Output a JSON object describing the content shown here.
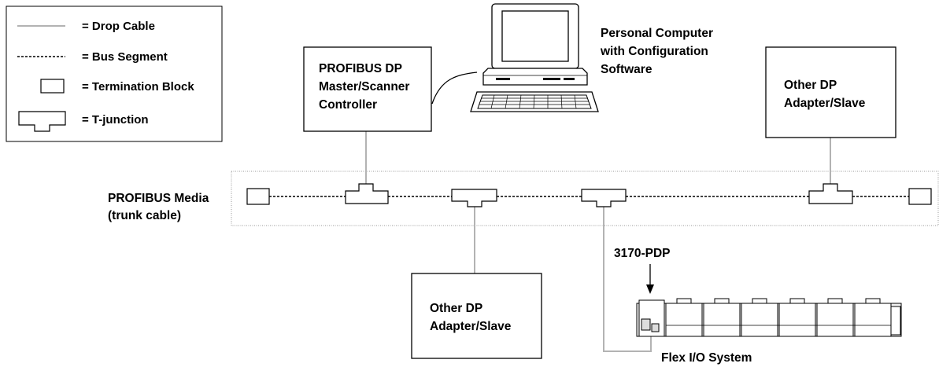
{
  "legend": {
    "drop_cable": "= Drop Cable",
    "bus_segment": "= Bus Segment",
    "termination_block": "= Termination Block",
    "t_junction": "= T-junction"
  },
  "master": {
    "line1": "PROFIBUS DP",
    "line2": "Master/Scanner",
    "line3": "Controller"
  },
  "computer": {
    "line1": "Personal Computer",
    "line2": "with Configuration",
    "line3": "Software"
  },
  "slave_right": {
    "line1": "Other DP",
    "line2": "Adapter/Slave"
  },
  "slave_bottom": {
    "line1": "Other DP",
    "line2": "Adapter/Slave"
  },
  "media": {
    "line1": "PROFIBUS Media",
    "line2": "(trunk cable)"
  },
  "adapter_label": "3170-PDP",
  "flex_label": "Flex I/O System",
  "colors": {
    "drop_cable": "#b3b3b3",
    "bus": "#000000",
    "media_border": "#999999"
  }
}
